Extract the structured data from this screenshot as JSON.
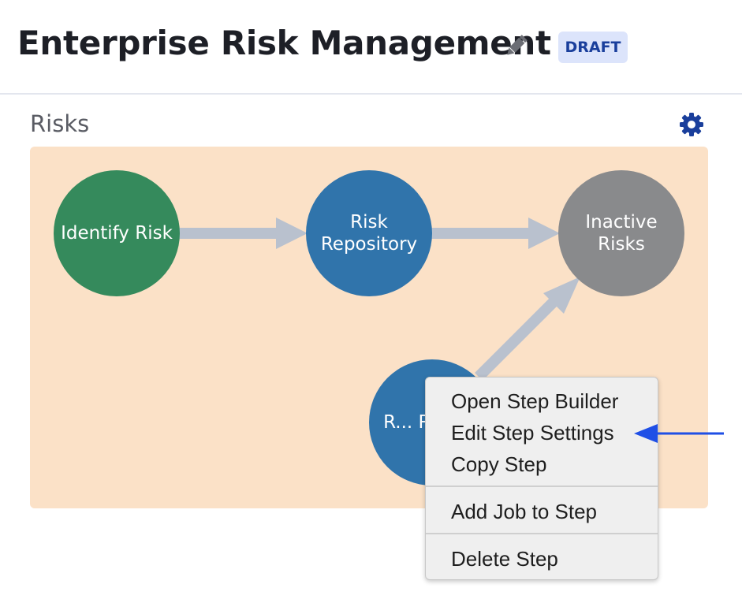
{
  "header": {
    "title": "Enterprise Risk Management",
    "status_badge": "DRAFT",
    "edit_icon": "pencil-icon"
  },
  "section": {
    "title": "Risks",
    "settings_icon": "gear-icon"
  },
  "workflow": {
    "nodes": [
      {
        "label": "Identify Risk",
        "color": "#358a5c"
      },
      {
        "label": "Risk Repository",
        "color": "#3074ab"
      },
      {
        "label": "Inactive Risks",
        "color": "#898a8c"
      },
      {
        "label": "R... Repo...",
        "color": "#3074ab"
      }
    ]
  },
  "context_menu": {
    "items": [
      {
        "label": "Open Step Builder"
      },
      {
        "label": "Edit Step Settings"
      },
      {
        "label": "Copy Step"
      },
      {
        "label": "Add Job to Step"
      },
      {
        "label": "Delete Step"
      }
    ]
  },
  "colors": {
    "canvas_background": "#fbe1c7",
    "connector": "#b9c1ce",
    "accent": "#1a3f9c",
    "annotation_arrow": "#1f4fe6"
  }
}
